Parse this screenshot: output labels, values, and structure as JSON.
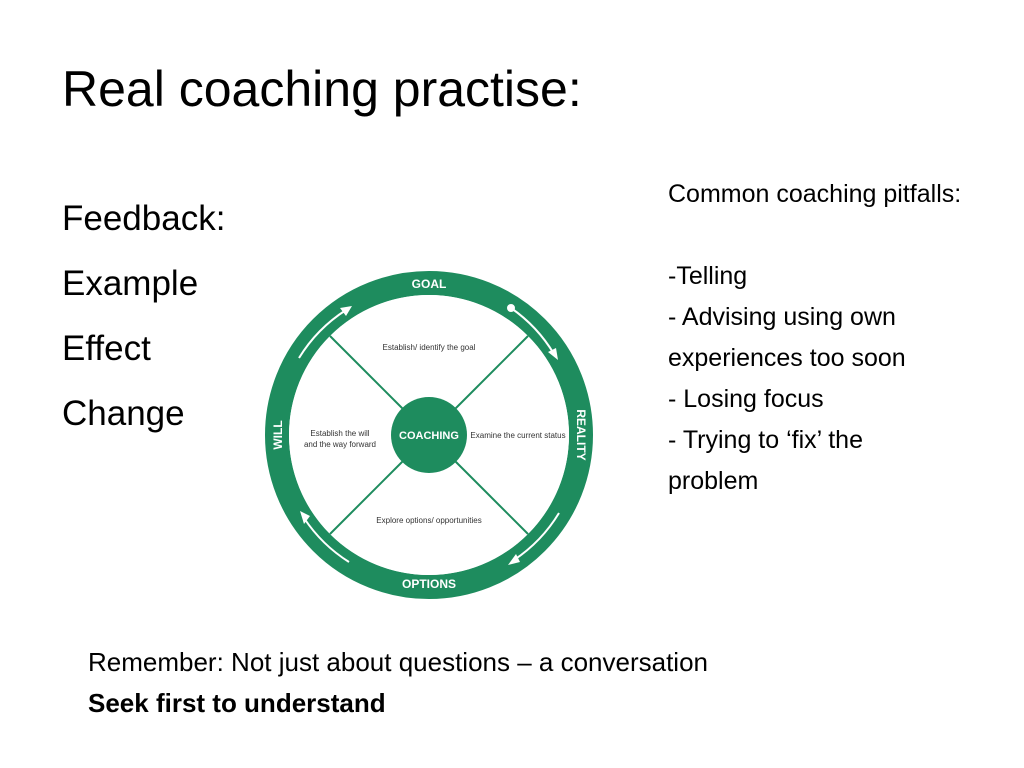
{
  "slide": {
    "title": "Real coaching practise:",
    "left_items": [
      "Feedback:",
      "Example",
      "Effect",
      "Change"
    ],
    "pitfalls": {
      "heading": "Common coaching pitfalls:",
      "items": [
        "-Telling",
        "- Advising using own",
        "experiences too soon",
        "- Losing focus",
        "- Trying to ‘fix’ the",
        "problem"
      ]
    },
    "remember": {
      "line": "Remember: Not just about questions – a conversation",
      "bold_line": "Seek first to understand"
    }
  },
  "wheel": {
    "accent_color": "#1e8c5e",
    "ring_labels": {
      "top": "GOAL",
      "right": "REALITY",
      "bottom": "OPTIONS",
      "left": "WILL"
    },
    "hub": "COACHING",
    "quadrants": {
      "top": "Establish/ identify the goal",
      "right": "Examine the current status",
      "bottom": "Explore options/ opportunities",
      "left_line1": "Establish the will",
      "left_line2": "and the way forward"
    }
  }
}
